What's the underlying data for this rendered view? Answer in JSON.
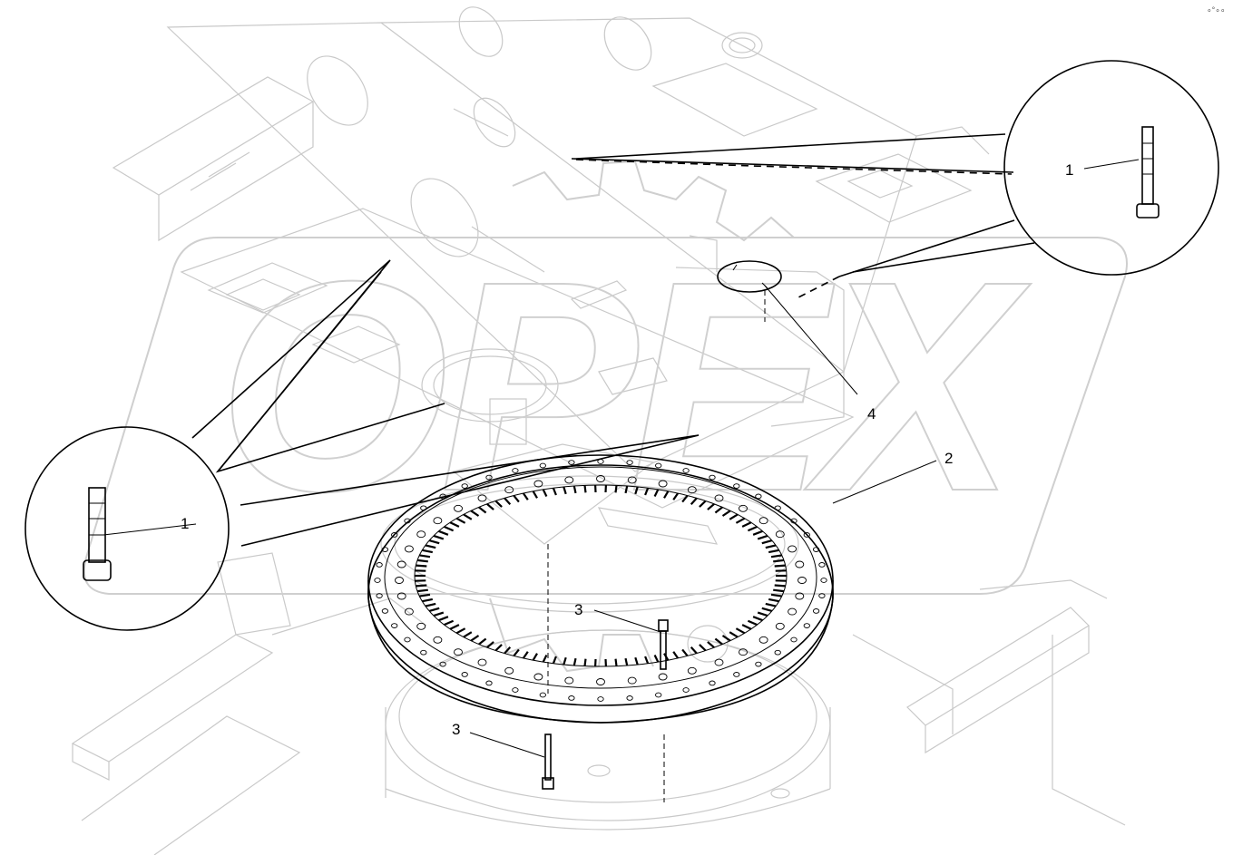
{
  "watermark": {
    "text": "OPEX"
  },
  "corner_mark": "∘°∘∘",
  "callouts": [
    {
      "id": "c1-right",
      "label": "1"
    },
    {
      "id": "c1-left",
      "label": "1"
    },
    {
      "id": "c2",
      "label": "2"
    },
    {
      "id": "c3-upper",
      "label": "3"
    },
    {
      "id": "c3-lower",
      "label": "3"
    },
    {
      "id": "c4",
      "label": "4"
    }
  ],
  "parts": [
    {
      "number": "1",
      "part": "bolt"
    },
    {
      "number": "2",
      "part": "slewing ring"
    },
    {
      "number": "3",
      "part": "bolt"
    },
    {
      "number": "4",
      "part": "plug"
    }
  ]
}
